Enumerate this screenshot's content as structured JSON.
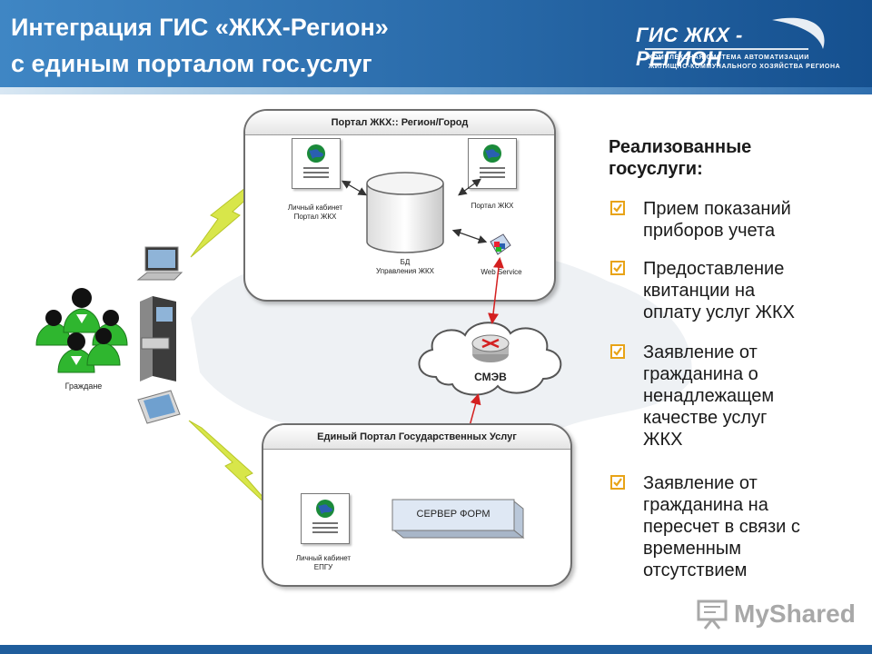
{
  "header": {
    "title_line1": "Интеграция ГИС «ЖКХ-Регион»",
    "title_line2": "с единым порталом гос.услуг"
  },
  "logo": {
    "main": "ГИС ЖКХ - РЕГИОН",
    "sub1": "КОМПЛЕКСНАЯ СИСТЕМА АВТОМАТИЗАЦИИ",
    "sub2": "ЖИЛИЩНО-КОММУНАЛЬНОГО ХОЗЯЙСТВА РЕГИОНА"
  },
  "diagram": {
    "portal_zhkh": {
      "title": "Портал ЖКХ:: Регион/Город",
      "lk_label_1": "Личный кабинет",
      "lk_label_2": "Портал ЖКХ",
      "portal_label": "Портал ЖКХ",
      "db_label_1": "БД",
      "db_label_2": "Управления ЖКХ",
      "ws_label": "Web Service"
    },
    "smev": {
      "label": "СМЭВ"
    },
    "epgu": {
      "title": "Единый Портал Государственных Услуг",
      "server_label": "СЕРВЕР ФОРМ",
      "lk_label_1": "Личный кабинет",
      "lk_label_2": "ЕПГУ"
    },
    "citizens": {
      "label": "Граждане"
    },
    "colors": {
      "arrow_red": "#d42020",
      "lightning": "#d8e64a",
      "people_green": "#2fb62f",
      "server_fill": "#dfe8f4"
    }
  },
  "services": {
    "heading_line1": "Реализованные",
    "heading_line2": "госуслуги:",
    "items": [
      {
        "lines": [
          "Прием показаний",
          "приборов учета"
        ]
      },
      {
        "lines": [
          "Предоставление",
          "квитанции на",
          "оплату услуг ЖКХ"
        ]
      },
      {
        "lines": [
          "Заявление от",
          "гражданина о",
          "ненадлежащем",
          "качестве услуг",
          "ЖКХ"
        ]
      },
      {
        "lines": [
          "Заявление от",
          "гражданина на",
          "пересчет в связи с",
          "временным",
          "отсутствием"
        ]
      }
    ],
    "check_icon": "checkbox-checked-icon",
    "check_color": "#e8a317"
  },
  "watermark": {
    "text": "MyShared"
  }
}
